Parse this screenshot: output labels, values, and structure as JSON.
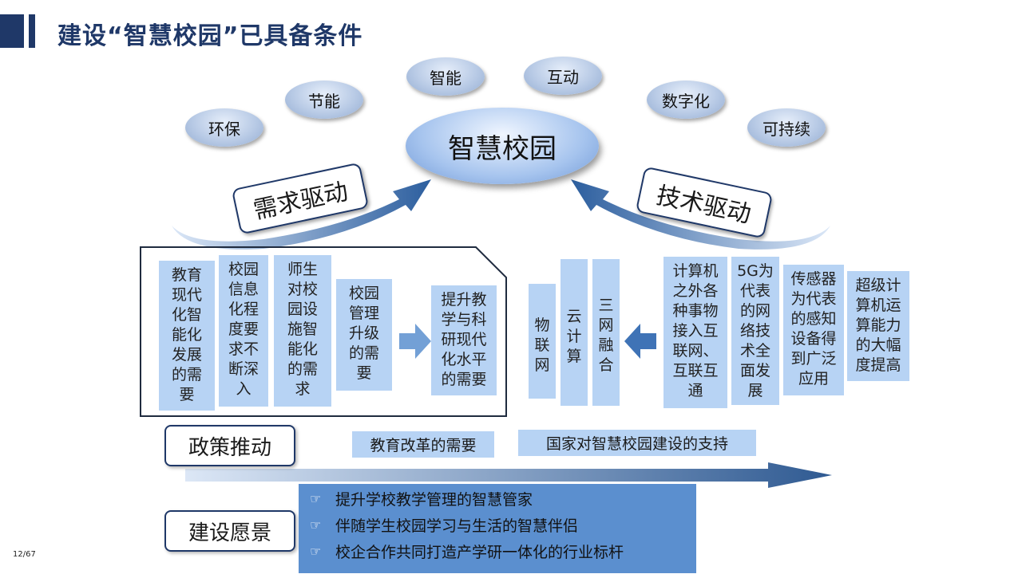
{
  "title": "建设“智慧校园”已具备条件",
  "center": "智慧校园",
  "bubbles": [
    "环保",
    "节能",
    "智能",
    "互动",
    "数字化",
    "可持续"
  ],
  "demand_label": "需求驱动",
  "tech_label": "技术驱动",
  "demand_boxes": [
    "教育现代化智能化发展的需要",
    "校园信息化程度要求不断深入",
    "师生对校园设施智能化的需求",
    "校园管理升级的需要"
  ],
  "demand_result": "提升教学与科研现代化水平的需要",
  "tech_result": [
    "物联网",
    "云计算",
    "三网融合"
  ],
  "tech_boxes": [
    "计算机之外各种事物接入互联网、互联互通",
    "5G为代表的网络技术全面发展",
    "传感器为代表的感知设备得到广泛应用",
    "超级计算机运算能力的大幅度提高"
  ],
  "policy_label": "政策推动",
  "policy_items": [
    "教育改革的需要",
    "国家对智慧校园建设的支持"
  ],
  "vision_label": "建设愿景",
  "vision_items": [
    "提升学校教学管理的智慧管家",
    "伴随学生校园学习与生活的智慧伴侣",
    "校企合作共同打造产学研一体化的行业标杆"
  ],
  "page_number": "12/67"
}
